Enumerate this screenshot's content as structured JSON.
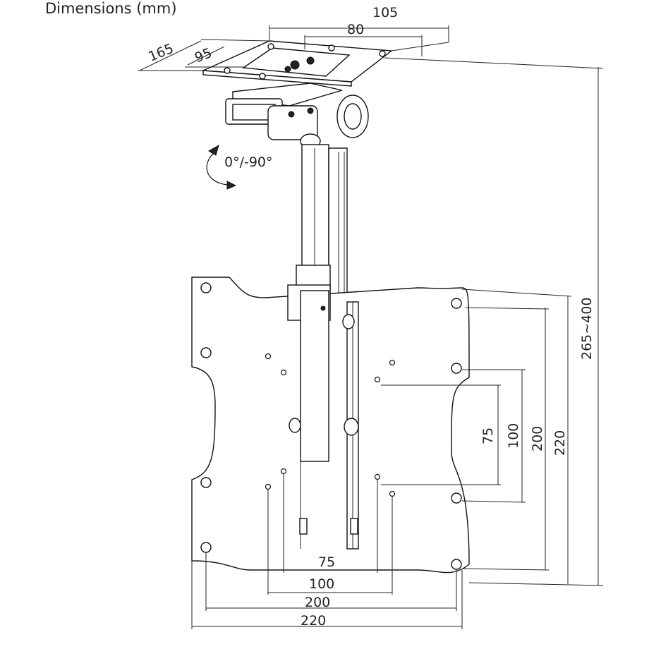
{
  "title": "Dimensions (mm)",
  "dimensions": {
    "top_width_outer": "105",
    "top_width_inner": "80",
    "top_depth_outer": "165",
    "top_depth_inner": "95",
    "tilt_range": "0°/-90°",
    "height_range": "265~400",
    "vesa_h_75": "75",
    "vesa_h_100": "100",
    "vesa_h_200": "200",
    "vesa_h_220": "220",
    "vesa_v_75": "75",
    "vesa_v_100": "100",
    "vesa_v_200": "200",
    "vesa_v_220": "220"
  }
}
